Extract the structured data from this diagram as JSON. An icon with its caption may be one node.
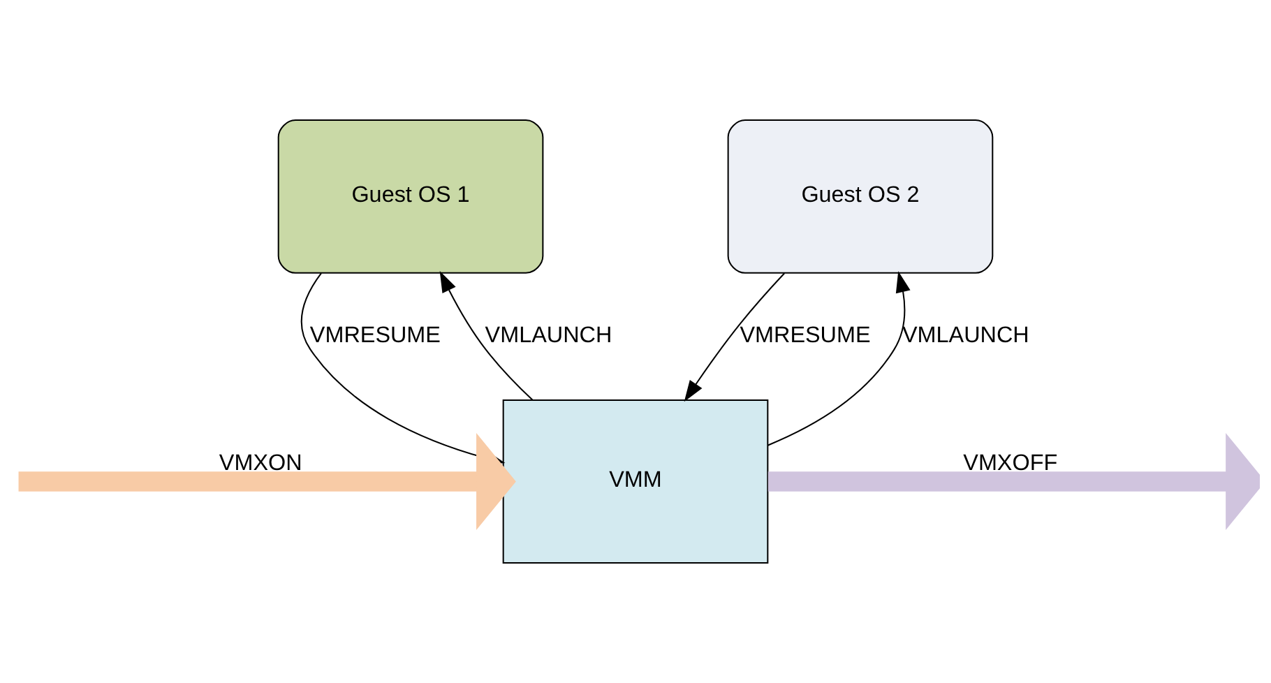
{
  "diagram": {
    "nodes": [
      {
        "text": [
          "Guest OS 1"
        ]
      },
      {
        "text": [
          "Guest OS 2"
        ]
      },
      {
        "text": [
          "VMM"
        ]
      }
    ],
    "edges": [
      {
        "from": 2,
        "to": 0,
        "arrow": "to",
        "label": "VMLAUNCH"
      },
      {
        "from": 0,
        "to": 2,
        "arrow": "to",
        "label": "VMRESUME"
      },
      {
        "from": 1,
        "to": 2,
        "arrow": "to",
        "label": "VMRESUME"
      },
      {
        "from": 2,
        "to": 1,
        "arrow": "to",
        "label": "VMLAUNCH"
      },
      {
        "from": null,
        "to": 2,
        "arrow": "to",
        "label": "VMXON",
        "style": "thick",
        "color": "#f8cba6"
      },
      {
        "from": 2,
        "to": null,
        "arrow": "to",
        "label": "VMXOFF",
        "style": "thick",
        "color": "#d0c4de"
      }
    ]
  }
}
